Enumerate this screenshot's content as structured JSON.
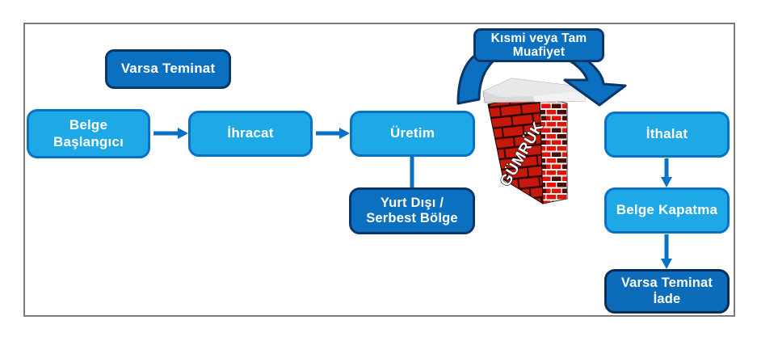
{
  "diagram": {
    "boxes": {
      "varsa_teminat": {
        "label": "Varsa Teminat"
      },
      "belge_baslangici": {
        "label": "Belge\nBaşlangıcı"
      },
      "ihracat": {
        "label": "İhracat"
      },
      "uretim": {
        "label": "Üretim"
      },
      "kismi_muafiyet": {
        "label": "Kısmi veya Tam\nMuafiyet"
      },
      "yurt_disi_serbest_bolge": {
        "label": "Yurt Dışı /\nSerbest Bölge"
      },
      "ithalat": {
        "label": "İthalat"
      },
      "belge_kapatma": {
        "label": "Belge Kapatma"
      },
      "varsa_teminat_iade": {
        "label": "Varsa Teminat\nİade"
      }
    },
    "wall": {
      "label": "GÜMRÜK"
    },
    "edges": [
      {
        "from": "belge_baslangici",
        "to": "ihracat",
        "type": "arrow"
      },
      {
        "from": "ihracat",
        "to": "uretim",
        "type": "arrow"
      },
      {
        "from": "uretim",
        "to": "yurt_disi_serbest_bolge",
        "type": "line"
      },
      {
        "from": "uretim",
        "to": "ithalat",
        "type": "arch-over-wall",
        "via_label": "kismi_muafiyet"
      },
      {
        "from": "ithalat",
        "to": "belge_kapatma",
        "type": "arrow"
      },
      {
        "from": "belge_kapatma",
        "to": "varsa_teminat_iade",
        "type": "arrow"
      }
    ],
    "colors": {
      "light_box_fill": "#1FA8E6",
      "light_box_border": "#0A72C4",
      "medium_box_fill": "#0C70C0",
      "medium_box_border": "#0A3668",
      "dark_box_fill": "#0C6CBA",
      "dark_box_border": "#082D54",
      "arrow": "#0A72C4",
      "arch_fill": "#0C70C0",
      "arch_border": "#0A3668",
      "brick_red": "#D01408",
      "brick_dark": "#4A0D06",
      "mortar_light": "#F3F3F3",
      "mortar_dark": "#2E0504",
      "cap_gray": "#D9D9D9",
      "frame_border": "#7B7B7B",
      "text": "#FFFFFF"
    }
  }
}
